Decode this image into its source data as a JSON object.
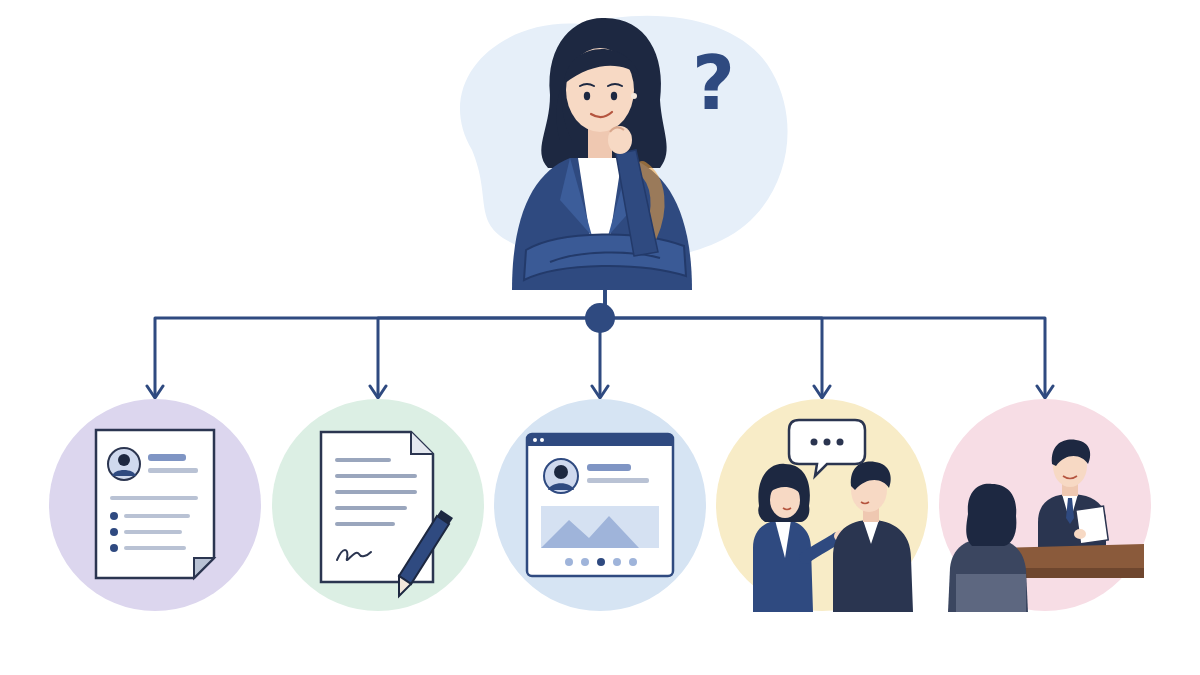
{
  "diagram": {
    "nodes": [
      {
        "text": [
          "?"
        ]
      },
      {
        "text": []
      },
      {
        "text": []
      },
      {
        "text": []
      },
      {
        "text": []
      },
      {
        "text": []
      }
    ],
    "edges": [
      {
        "from": 0,
        "to": 1,
        "arrow": "to"
      },
      {
        "from": 0,
        "to": 2,
        "arrow": "to"
      },
      {
        "from": 0,
        "to": 3,
        "arrow": "to"
      },
      {
        "from": 0,
        "to": 4,
        "arrow": "to"
      },
      {
        "from": 0,
        "to": 5,
        "arrow": "to"
      }
    ]
  }
}
